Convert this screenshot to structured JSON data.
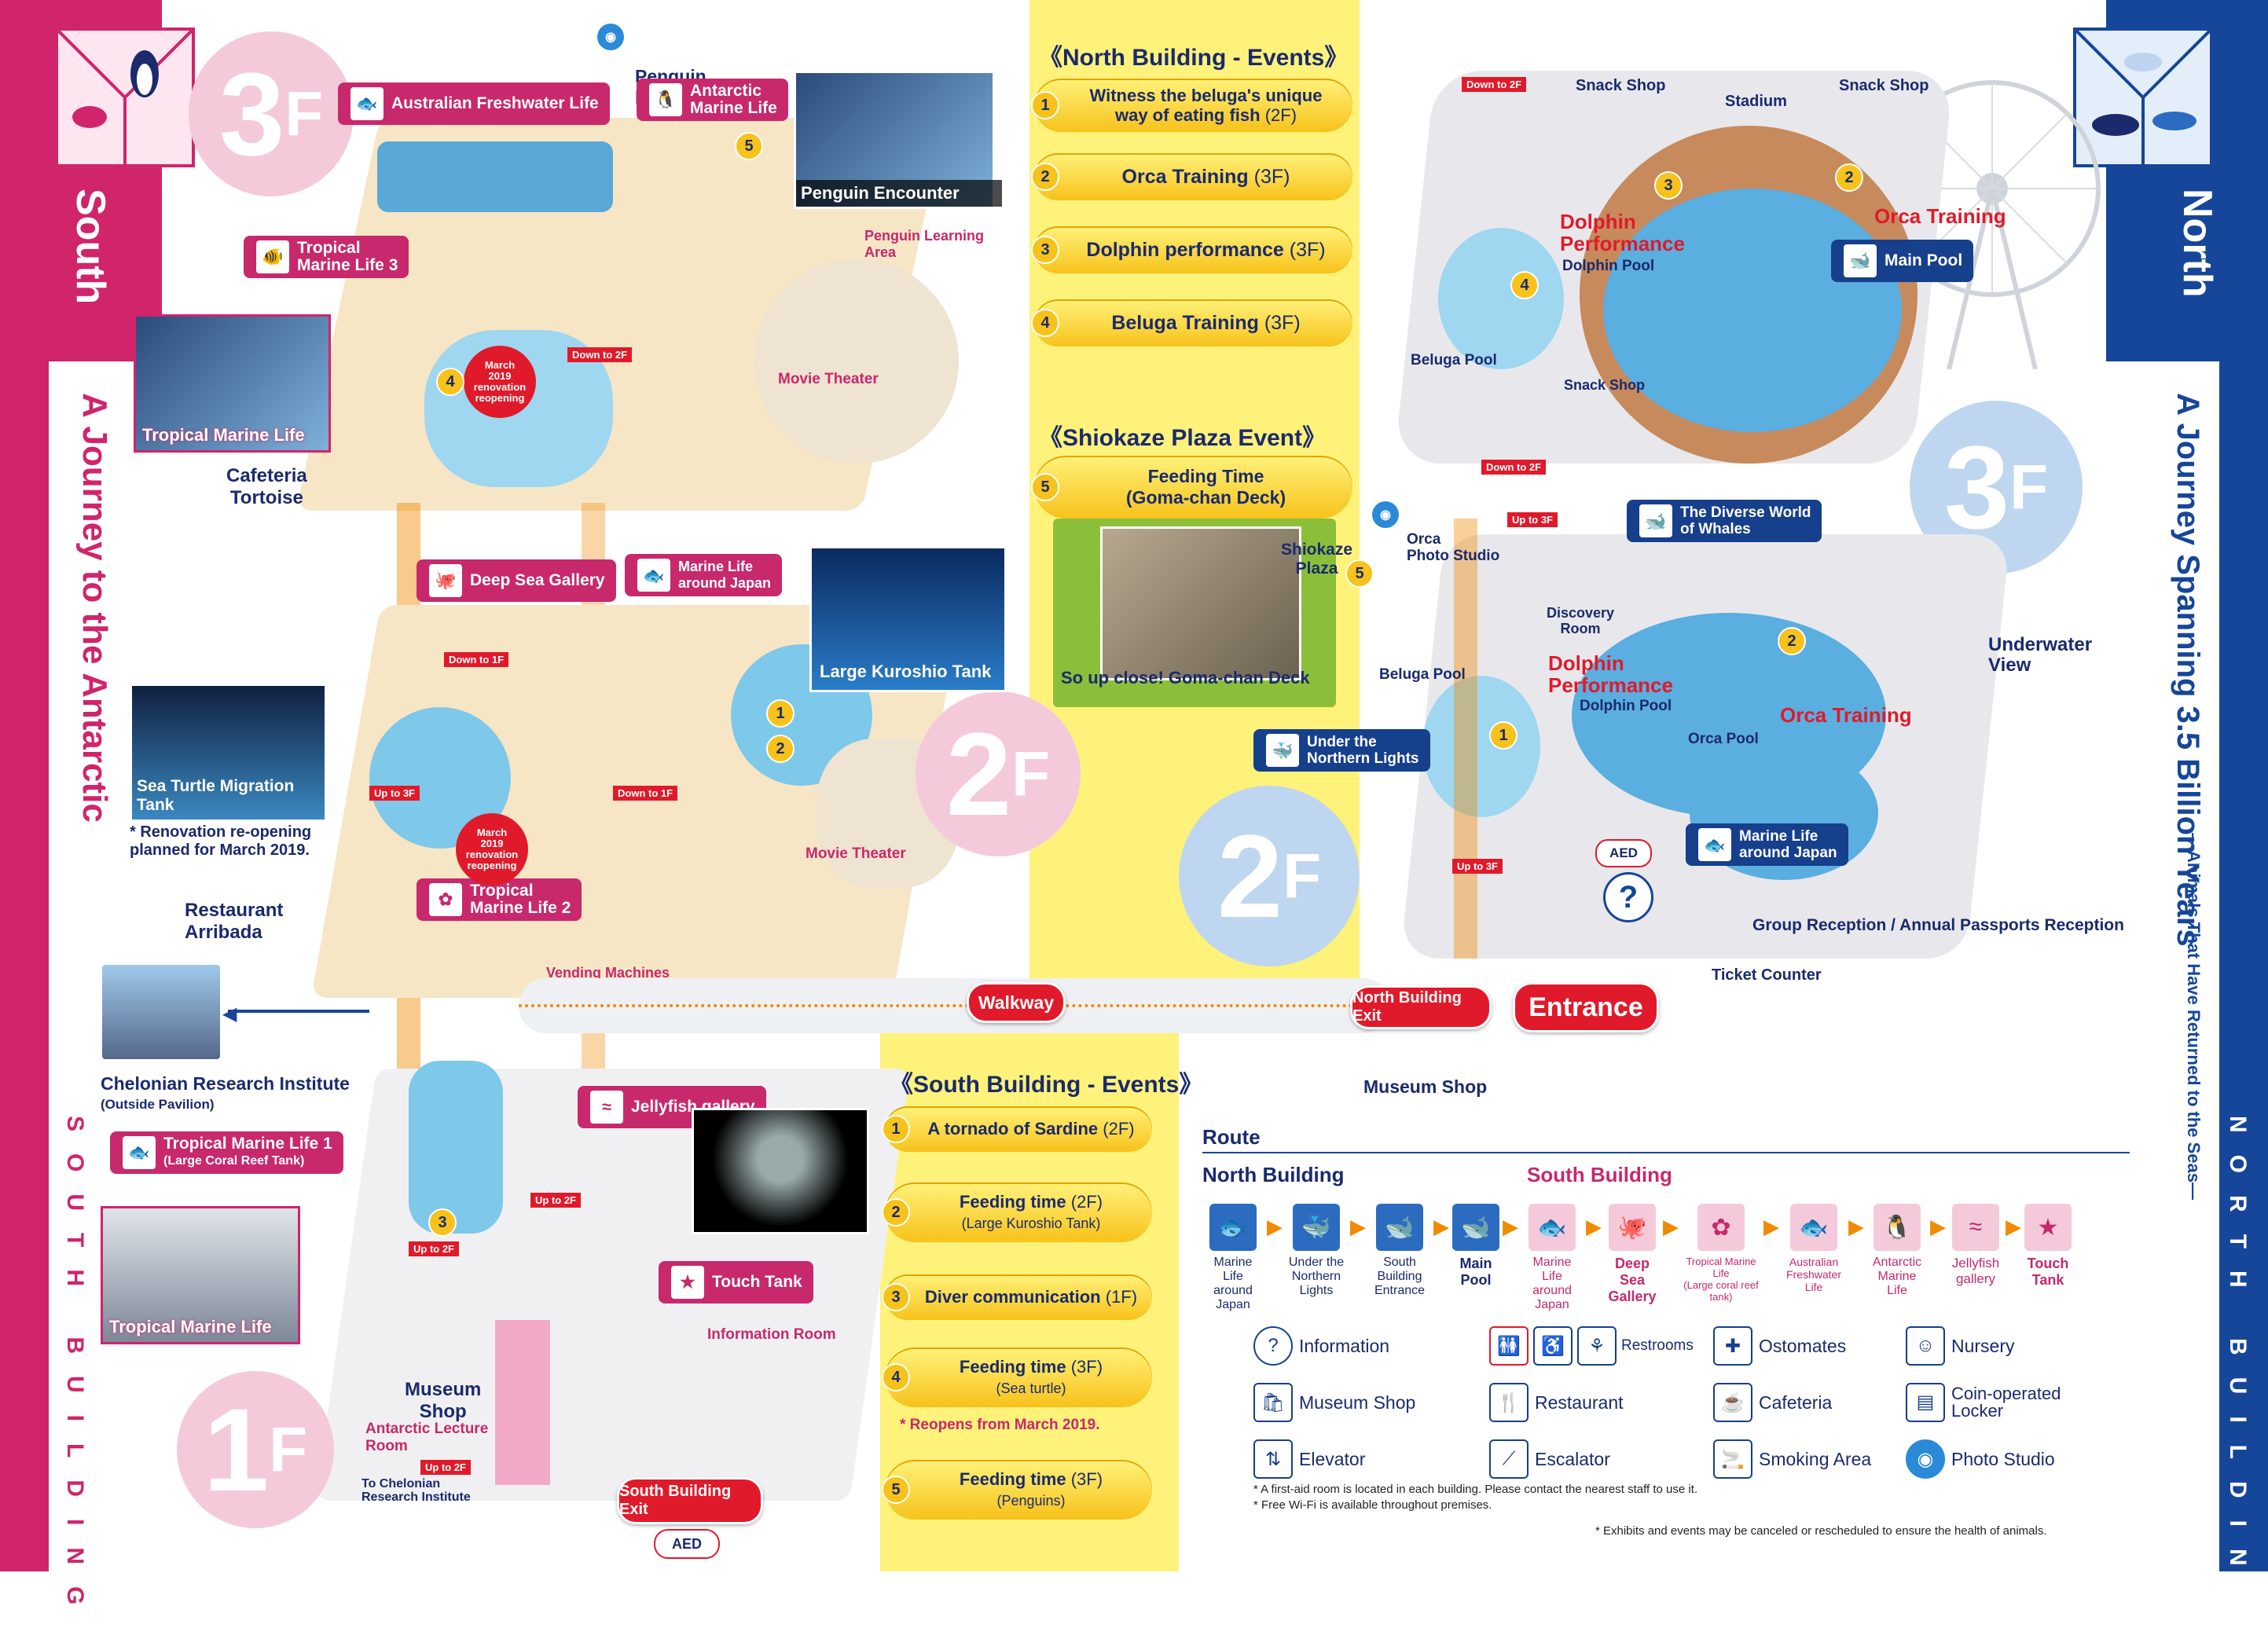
{
  "south": {
    "side_title": "South",
    "journey": "A Journey to the Antarctic",
    "building": "SOUTH BUILDING",
    "floors": {
      "f3": "3",
      "f2": "2",
      "f1": "1",
      "f_suffix": "F"
    },
    "labels": {
      "australian_freshwater": "Australian Freshwater Life",
      "penguin_photo": "Penguin\nPhoto Studio",
      "antarctic": "Antarctic\nMarine Life",
      "penguin_encounter": "Penguin Encounter",
      "penguin_learning": "Penguin Learning\nArea",
      "tropical3": "Tropical\nMarine Life 3",
      "tropical_marine": "Tropical Marine Life",
      "cafeteria": "Cafeteria\nTortoise",
      "movie_theater": "Movie Theater",
      "march_reopen": "March\n2019\nrenovation\nreopening",
      "down_2f": "Down to 2F",
      "deep_sea": "Deep Sea Gallery",
      "marine_japan": "Marine Life\naround Japan",
      "kuroshio": "Large Kuroshio Tank",
      "down_1f": "Down to 1F",
      "sea_turtle": "Sea Turtle Migration Tank",
      "renovation_note": "* Renovation re-opening\nplanned for March 2019.",
      "up_3f": "Up to 3F",
      "restaurant": "Restaurant\nArribada",
      "tropical2": "Tropical\nMarine Life 2",
      "vending": "Vending Machines",
      "chelonian": "Chelonian Research Institute",
      "outside": "(Outside Pavilion)",
      "tropical1": "Tropical Marine Life 1",
      "coral_reef": "(Large Coral Reef Tank)",
      "jellyfish": "Jellyfish gallery",
      "up_2f": "Up to 2F",
      "touch_tank": "Touch Tank",
      "info_room": "Information Room",
      "museum_shop": "Museum\nShop",
      "antarctic_lecture": "Antarctic Lecture\nRoom",
      "to_chelonian": "To Chelonian\nResearch Institute",
      "south_exit": "South Building Exit",
      "aed": "AED",
      "walkway": "Walkway"
    }
  },
  "north": {
    "side_title": "North",
    "journey": "A Journey Spanning 3.5 Billion Years",
    "journey_sub": "—Animals That Have Returned to the Seas—",
    "building": "NORTH BUILDING",
    "labels": {
      "snack_shop": "Snack Shop",
      "stadium": "Stadium",
      "down_2f": "Down to 2F",
      "dolphin_perf": "Dolphin\nPerformance",
      "dolphin_pool": "Dolphin Pool",
      "orca_training": "Orca Training",
      "main_pool": "Main Pool",
      "beluga_pool": "Beluga Pool",
      "orca_photo": "Orca\nPhoto Studio",
      "up_3f": "Up to 3F",
      "diverse_whales": "The Diverse World\nof Whales",
      "discovery": "Discovery\nRoom",
      "underwater": "Underwater\nView",
      "orca_pool": "Orca Pool",
      "under_lights": "Under the\nNorthern Lights",
      "marine_japan": "Marine Life\naround Japan",
      "group_reception": "Group Reception / Annual Passports Reception",
      "ticket_counter": "Ticket Counter",
      "north_exit": "North Building Exit",
      "entrance": "Entrance",
      "museum_shop": "Museum Shop",
      "shiokaze_plaza": "Shiokaze\nPlaza",
      "goma_chan": "So up close! Goma-chan Deck"
    }
  },
  "events": {
    "north_title": "《North Building - Events》",
    "north": [
      {
        "num": "1",
        "text": "Witness the beluga's unique\nway of eating fish",
        "floor": "(2F)"
      },
      {
        "num": "2",
        "text": "Orca Training",
        "floor": "(3F)"
      },
      {
        "num": "3",
        "text": "Dolphin performance",
        "floor": "(3F)"
      },
      {
        "num": "4",
        "text": "Beluga Training",
        "floor": "(3F)"
      }
    ],
    "plaza_title": "《Shiokaze Plaza Event》",
    "plaza": {
      "num": "5",
      "text": "Feeding Time\n(Goma-chan Deck)"
    },
    "south_title": "《South Building - Events》",
    "south": [
      {
        "num": "1",
        "text": "A tornado of Sardine",
        "floor": "(2F)",
        "sub": ""
      },
      {
        "num": "2",
        "text": "Feeding time",
        "floor": "(2F)",
        "sub": "(Large Kuroshio Tank)"
      },
      {
        "num": "3",
        "text": "Diver communication",
        "floor": "(1F)",
        "sub": ""
      },
      {
        "num": "4",
        "text": "Feeding time",
        "floor": "(3F)",
        "sub": "(Sea turtle)"
      },
      {
        "num": "5",
        "text": "Feeding time",
        "floor": "(3F)",
        "sub": "(Penguins)"
      }
    ],
    "reopen_note": "* Reopens from March 2019."
  },
  "route": {
    "title": "Route",
    "north_label": "North Building",
    "south_label": "South Building",
    "steps": [
      "Marine Life\naround Japan",
      "Under the\nNorthern\nLights",
      "South Building\nEntrance",
      "Main\nPool",
      "Marine Life\naround Japan",
      "Deep Sea\nGallery",
      "Tropical Marine Life\n(Large coral reef tank)",
      "Australian\nFreshwater Life",
      "Antarctic\nMarine Life",
      "Jellyfish\ngallery",
      "Touch\nTank"
    ]
  },
  "legend": {
    "items": [
      "Information",
      "Restrooms",
      "Ostomates",
      "Nursery",
      "Museum Shop",
      "Restaurant",
      "Cafeteria",
      "Coin-operated\nLocker",
      "Elevator",
      "Escalator",
      "Smoking Area",
      "Photo Studio"
    ],
    "notes": [
      "* A first-aid room is located in each building. Please contact the nearest staff to use it.",
      "* Free Wi-Fi is available throughout premises."
    ],
    "health_note": "* Exhibits and events may be canceled or rescheduled to ensure the health of animals."
  },
  "colors": {
    "south": "#d0246b",
    "north": "#16469a",
    "events": "#fff27a",
    "route_orange": "#f08a00"
  }
}
